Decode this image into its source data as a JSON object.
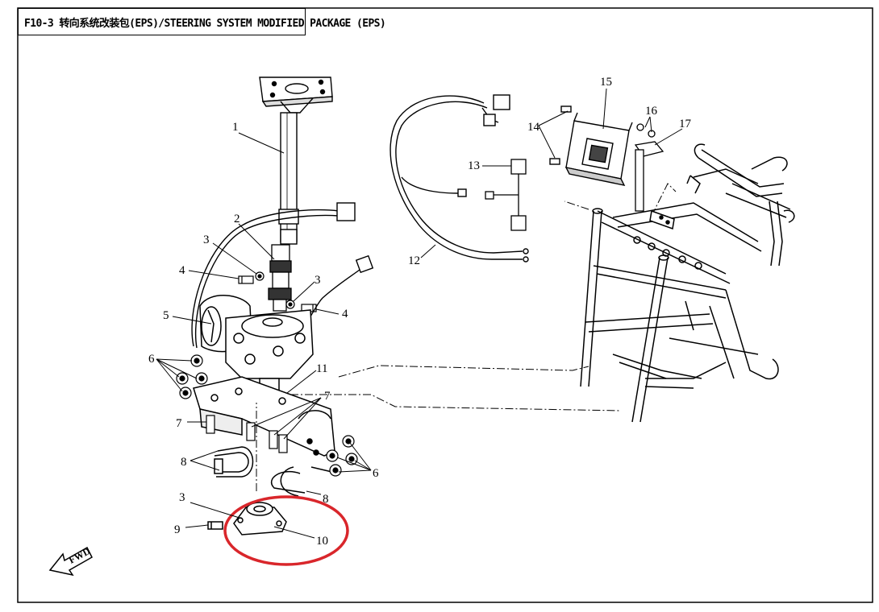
{
  "header": {
    "title": "F10-3 转向系统改装包(EPS)/STEERING SYSTEM MODIFIED PACKAGE (EPS)"
  },
  "fwd_label": "FWD",
  "callouts": [
    {
      "label": "1"
    },
    {
      "label": "2"
    },
    {
      "label": "3"
    },
    {
      "label": "3"
    },
    {
      "label": "3"
    },
    {
      "label": "4"
    },
    {
      "label": "4"
    },
    {
      "label": "5"
    },
    {
      "label": "6"
    },
    {
      "label": "6"
    },
    {
      "label": "7"
    },
    {
      "label": "7"
    },
    {
      "label": "8"
    },
    {
      "label": "8"
    },
    {
      "label": "9"
    },
    {
      "label": "10"
    },
    {
      "label": "11"
    },
    {
      "label": "12"
    },
    {
      "label": "13"
    },
    {
      "label": "14"
    },
    {
      "label": "15"
    },
    {
      "label": "16"
    },
    {
      "label": "17"
    }
  ],
  "colors": {
    "ink": "#000000",
    "highlight": "#d9262b",
    "background": "#ffffff"
  }
}
